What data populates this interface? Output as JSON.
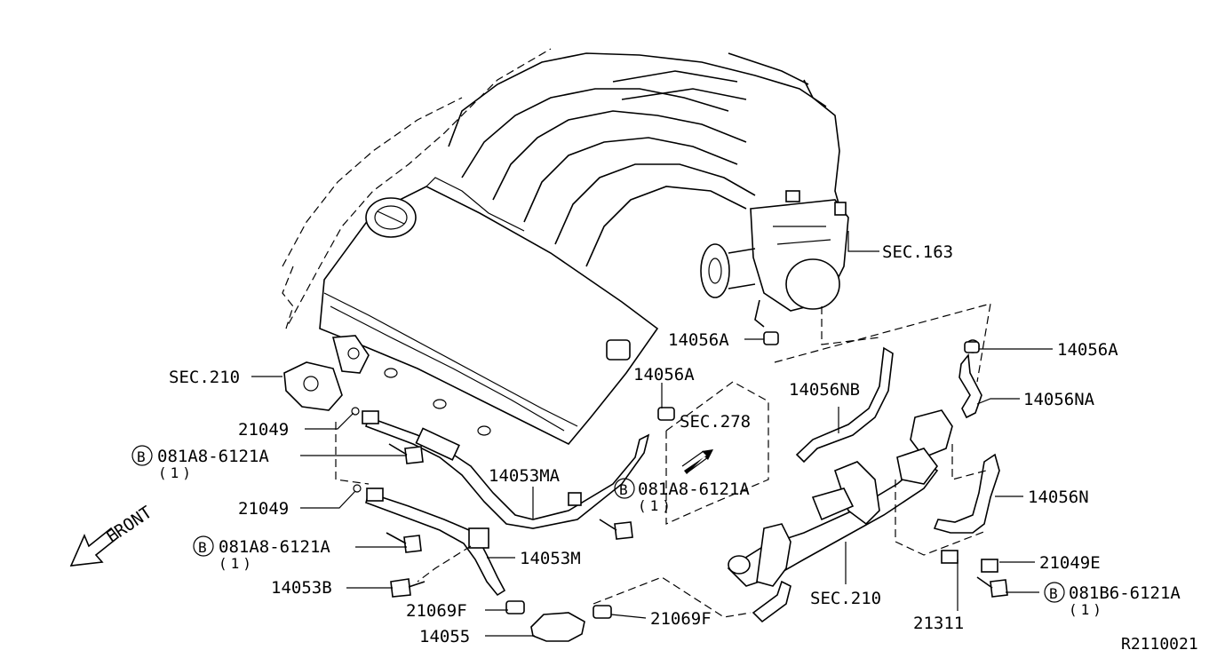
{
  "diagram": {
    "ref_code": "R2110021",
    "direction_label": "FRONT",
    "bolt_symbol": "B",
    "labels": {
      "sec163": "SEC.163",
      "p14056a_center": "14056A",
      "p14056a_right": "14056A",
      "p14056a_top": "14056A",
      "p14056na": "14056NA",
      "p14056nb": "14056NB",
      "sec278": "SEC.278",
      "sec210_left": "SEC.210",
      "p21049_upper": "21049",
      "bolt_upper_code": "081A8-6121A",
      "bolt_upper_qty": "(1)",
      "p14053ma": "14053MA",
      "bolt_center_code": "081A8-6121A",
      "bolt_center_qty": "(1)",
      "p14056n": "14056N",
      "p21049_lower": "21049",
      "bolt_lower_code": "081A8-6121A",
      "bolt_lower_qty": "(1)",
      "p14053m": "14053M",
      "p21049e": "21049E",
      "p14053b": "14053B",
      "sec210_right": "SEC.210",
      "bolt_right_code": "081B6-6121A",
      "bolt_right_qty": "(1)",
      "p21069f_left": "21069F",
      "p21069f_right": "21069F",
      "p21311": "21311",
      "p14055": "14055"
    }
  }
}
